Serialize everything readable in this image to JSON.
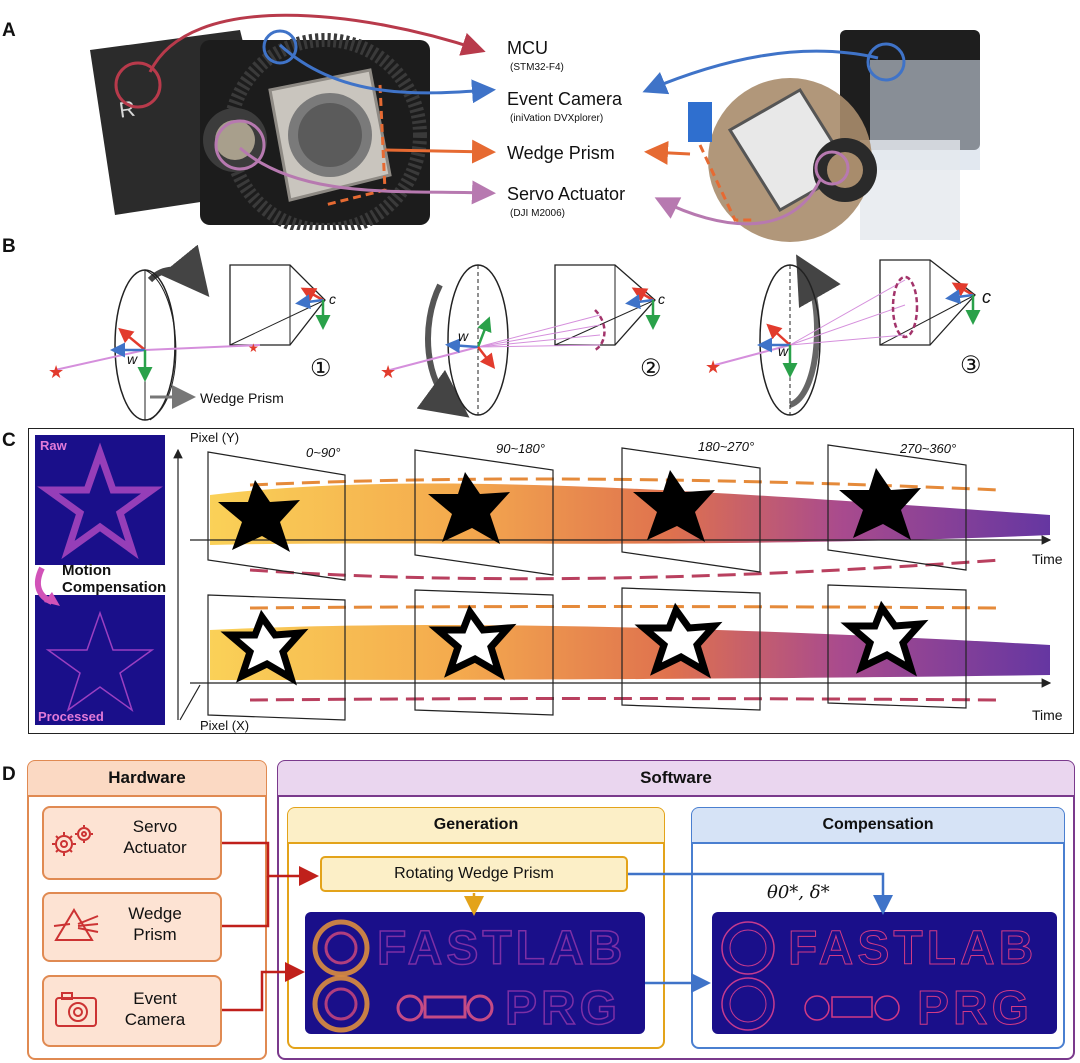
{
  "panel_letters": {
    "a": "A",
    "b": "B",
    "c": "C",
    "d": "D"
  },
  "panel_a": {
    "labels": [
      {
        "main": "MCU",
        "sub": "(STM32-F4)"
      },
      {
        "main": "Event Camera",
        "sub": "(iniVation DVXplorer)"
      },
      {
        "main": "Wedge Prism",
        "sub": ""
      },
      {
        "main": "Servo Actuator",
        "sub": "(DJI M2006)"
      }
    ],
    "colors": {
      "mcu": "#b83a4b",
      "camera": "#3f73c8",
      "prism": "#e66a32",
      "servo": "#b779b0"
    }
  },
  "panel_b": {
    "steps": [
      "①",
      "②",
      "③"
    ],
    "w_label": "w",
    "c_label": "c",
    "prism_label": "Wedge Prism"
  },
  "panel_c": {
    "raw_label": "Raw",
    "processed_label": "Processed",
    "motion_label": "Motion\nCompensation",
    "pixel_y": "Pixel (Y)",
    "pixel_x": "Pixel (X)",
    "time": "Time",
    "angle_ranges": [
      "0~90°",
      "90~180°",
      "180~270°",
      "270~360°"
    ],
    "colors": [
      "#f6b531",
      "#ef7a2a",
      "#b63a6e",
      "#5c1a8c"
    ]
  },
  "panel_d": {
    "hardware": {
      "title": "Hardware",
      "items": [
        "Servo\nActuator",
        "Wedge\nPrism",
        "Event\nCamera"
      ]
    },
    "software": {
      "title": "Software"
    },
    "generation": {
      "title": "Generation",
      "box": "Rotating Wedge Prism"
    },
    "compensation": {
      "title": "Compensation",
      "params": "θ0*, δ*"
    },
    "fastlab": "FASTLAB",
    "prg": "PRG"
  }
}
